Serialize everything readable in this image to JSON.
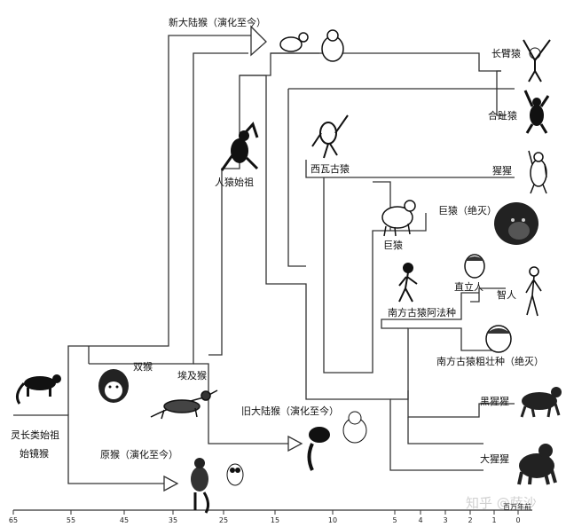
{
  "taxa": {
    "primate_ancestor": "灵长类始祖",
    "adapiform": "始镜猴",
    "prosimian": "原猴（演化至今）",
    "anthropoid": "双猴",
    "aegyptopithecus": "埃及猴",
    "old_world_monkey": "旧大陆猴（演化至今）",
    "new_world_monkey": "新大陆猴（演化至今）",
    "ape_ancestor": "人猿始祖",
    "sivapithecus": "西瓦古猿",
    "gibbon": "长臂猿",
    "siamang": "合趾猿",
    "orangutan": "猩猩",
    "gigantopithecus": "巨猿",
    "gigantopithecus_extinct": "巨猿（绝灭）",
    "australopithecus_afarensis": "南方古猿阿法种",
    "homo_erectus": "直立人",
    "homo_sapiens": "智人",
    "australopithecus_robustus": "南方古猿粗壮种（绝灭）",
    "chimpanzee": "黑猩猩",
    "gorilla": "大猩猩"
  },
  "axis": {
    "unit_label": "百万年前",
    "ticks": [
      "65",
      "55",
      "45",
      "35",
      "25",
      "15",
      "10",
      "5",
      "4",
      "3",
      "2",
      "1",
      "0"
    ]
  },
  "watermark": "知乎 @萨沙",
  "colors": {
    "line": "#333333",
    "ink": "#111111"
  },
  "icons": [
    "lemur-icon",
    "chimp-head-icon",
    "aegyptopithecus-icon",
    "macaque-icon",
    "new-world-monkey-icon",
    "ape-ancestor-icon",
    "sivapithecus-icon",
    "gibbon-icon",
    "siamang-icon",
    "orangutan-icon",
    "gigantopithecus-icon",
    "gigantopithecus-head-icon",
    "hominid-walker-icon",
    "homo-erectus-head-icon",
    "homo-sapiens-icon",
    "robustus-head-icon",
    "chimpanzee-icon",
    "gorilla-icon"
  ]
}
